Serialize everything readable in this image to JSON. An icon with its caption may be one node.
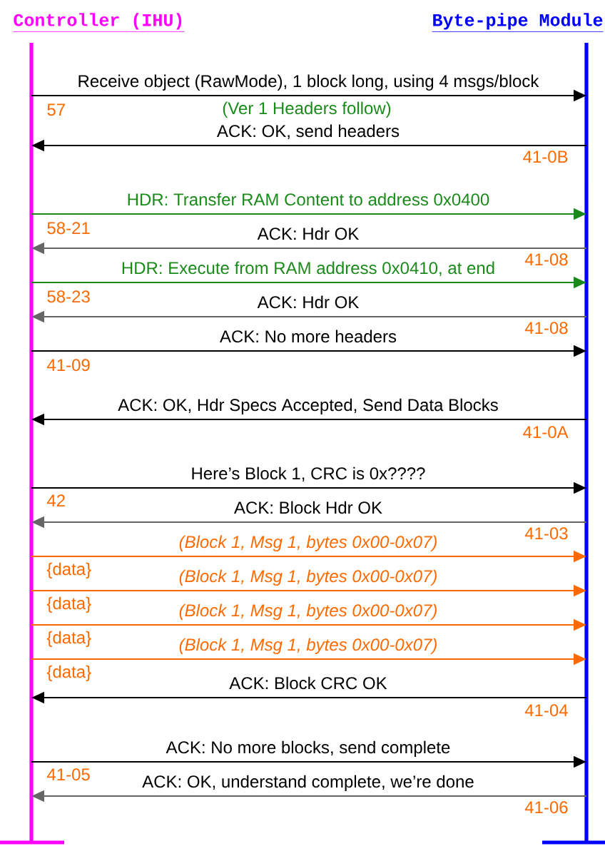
{
  "diagram": {
    "nodes": [
      {
        "text": [
          "Controller (IHU)"
        ]
      },
      {
        "text": [
          "Byte-pipe Module"
        ]
      }
    ],
    "edges": [
      {
        "from": 0,
        "to": 1,
        "arrow": "to",
        "label": "Receive object (RawMode), 1 block long, using 4 msgs/block"
      },
      {
        "from": 1,
        "to": 0,
        "arrow": "to",
        "label": "ACK: OK, send headers"
      },
      {
        "from": 0,
        "to": 1,
        "arrow": "to",
        "label": "HDR: Transfer RAM Content to address 0x0400",
        "color": "#1a8a1a"
      },
      {
        "from": 1,
        "to": 0,
        "arrow": "to",
        "label": "ACK: Hdr OK",
        "color": "#666666"
      },
      {
        "from": 0,
        "to": 1,
        "arrow": "to",
        "label": "HDR: Execute from RAM address 0x0410, at end",
        "color": "#1a8a1a"
      },
      {
        "from": 1,
        "to": 0,
        "arrow": "to",
        "label": "ACK: Hdr OK",
        "color": "#666666"
      },
      {
        "from": 0,
        "to": 1,
        "arrow": "to",
        "label": "ACK: No more headers"
      },
      {
        "from": 1,
        "to": 0,
        "arrow": "to",
        "label": "ACK: OK, Hdr Specs Accepted, Send Data Blocks"
      },
      {
        "from": 0,
        "to": 1,
        "arrow": "to",
        "label": "Here’s Block 1, CRC is 0x????"
      },
      {
        "from": 1,
        "to": 0,
        "arrow": "to",
        "label": "ACK: Block Hdr OK",
        "color": "#666666"
      },
      {
        "from": 0,
        "to": 1,
        "arrow": "to",
        "label": "(Block 1, Msg 1, bytes 0x00-0x07)",
        "color": "#ff6a00"
      },
      {
        "from": 0,
        "to": 1,
        "arrow": "to",
        "label": "(Block 1, Msg 1, bytes 0x00-0x07)",
        "color": "#ff6a00"
      },
      {
        "from": 0,
        "to": 1,
        "arrow": "to",
        "label": "(Block 1, Msg 1, bytes 0x00-0x07)",
        "color": "#ff6a00"
      },
      {
        "from": 0,
        "to": 1,
        "arrow": "to",
        "label": "(Block 1, Msg 1, bytes 0x00-0x07)",
        "color": "#ff6a00"
      },
      {
        "from": 1,
        "to": 0,
        "arrow": "to",
        "label": "ACK: Block CRC OK"
      },
      {
        "from": 0,
        "to": 1,
        "arrow": "to",
        "label": "ACK: No more blocks, send complete"
      },
      {
        "from": 1,
        "to": 0,
        "arrow": "to",
        "label": "ACK: OK, understand complete, we’re done",
        "color": "#666666"
      }
    ],
    "labels": [
      "57",
      "(Ver 1 Headers follow)",
      "41-0B",
      "58-21",
      "41-08",
      "58-23",
      "41-08",
      "41-09",
      "41-0A",
      "42",
      "41-03",
      "{data}",
      "{data}",
      "{data}",
      "{data}",
      "41-04",
      "41-05",
      "41-06"
    ]
  }
}
